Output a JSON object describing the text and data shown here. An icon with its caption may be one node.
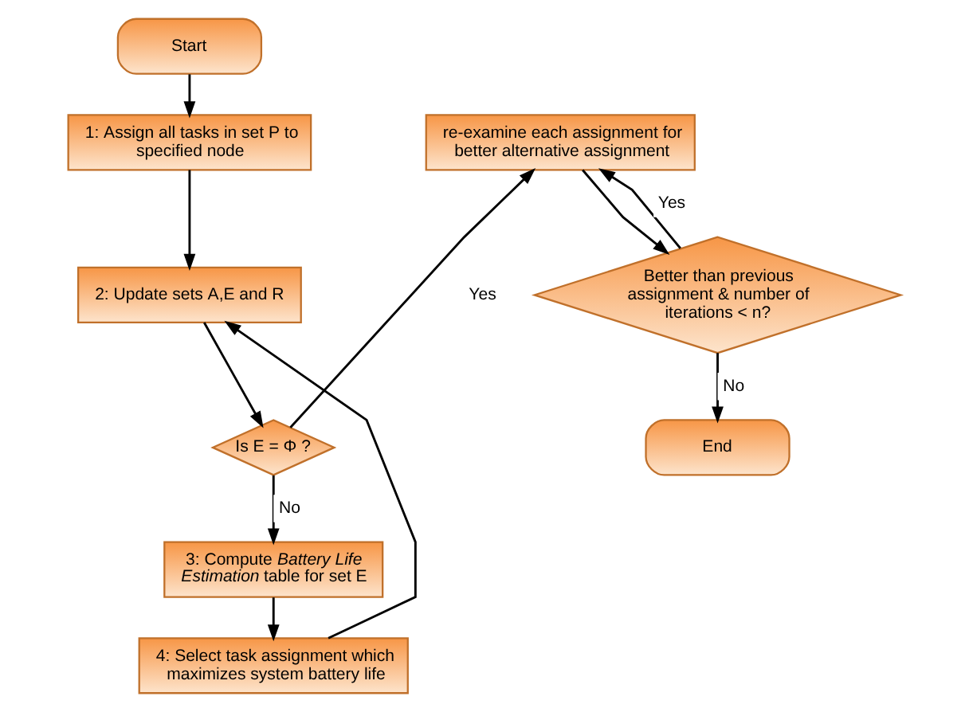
{
  "diagram": {
    "nodes": [
      {
        "text": [
          "Start"
        ]
      },
      {
        "text": [
          "1: Assign all tasks in set P to specified node"
        ]
      },
      {
        "text": [
          "2: Update sets A,E and R"
        ]
      },
      {
        "text": [
          "Is E = Φ ?"
        ]
      },
      {
        "text": [
          "3: Compute *Battery Life Estimation* table for set E"
        ]
      },
      {
        "text": [
          "4: Select task assignment which maximizes system battery life"
        ]
      },
      {
        "text": [
          "re-examine each assignment for better alternative assignment"
        ]
      },
      {
        "text": [
          "Better than previous assignment & number of iterations < n?"
        ]
      },
      {
        "text": [
          "End"
        ]
      }
    ],
    "edges": [
      {
        "from": 0,
        "to": 1,
        "arrow": "to"
      },
      {
        "from": 1,
        "to": 2,
        "arrow": "to"
      },
      {
        "from": 2,
        "to": 3,
        "arrow": "to"
      },
      {
        "from": 3,
        "to": 4,
        "label": "No",
        "arrow": "to"
      },
      {
        "from": 4,
        "to": 5,
        "arrow": "to"
      },
      {
        "from": 5,
        "to": 2,
        "arrow": "to"
      },
      {
        "from": 3,
        "to": 6,
        "label": "Yes",
        "arrow": "to"
      },
      {
        "from": 6,
        "to": 7,
        "arrow": "to"
      },
      {
        "from": 7,
        "to": 6,
        "label": "Yes",
        "arrow": "to"
      },
      {
        "from": 7,
        "to": 8,
        "label": "No",
        "arrow": "to"
      }
    ]
  }
}
